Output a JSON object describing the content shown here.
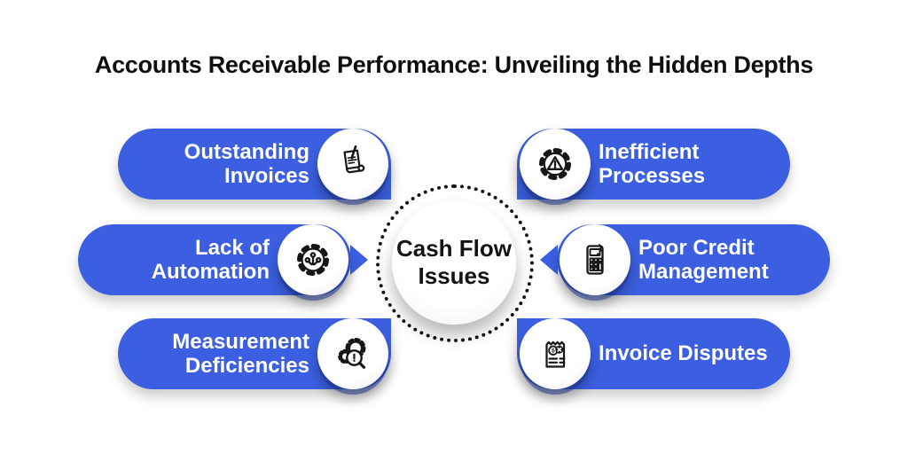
{
  "title": "Accounts Receivable Performance: Unveiling the Hidden Depths",
  "center": {
    "line1": "Cash Flow",
    "line2": "Issues"
  },
  "items": [
    {
      "line1": "Outstanding",
      "line2": "Invoices",
      "icon": "invoice-pen-icon",
      "side": "left"
    },
    {
      "line1": "Lack of",
      "line2": "Automation",
      "icon": "gear-circuit-icon",
      "side": "left"
    },
    {
      "line1": "Measurement",
      "line2": "Deficiencies",
      "icon": "gear-magnifier-icon",
      "side": "left"
    },
    {
      "line1": "Inefficient",
      "line2": "Processes",
      "icon": "gear-warning-icon",
      "side": "right"
    },
    {
      "line1": "Poor Credit",
      "line2": "Management",
      "icon": "calculator-icon",
      "side": "right"
    },
    {
      "line1": "Invoice Disputes",
      "line2": "",
      "icon": "receipt-dispute-icon",
      "side": "right"
    }
  ],
  "colors": {
    "pill_blue": "#3B5FE0",
    "circle_shadow_blue": "#19328C",
    "dot_ring_black": "#141414",
    "pill_text_white": "#FFFFFF",
    "title_black": "#0F0F0F",
    "icon_stroke": "#161616"
  }
}
